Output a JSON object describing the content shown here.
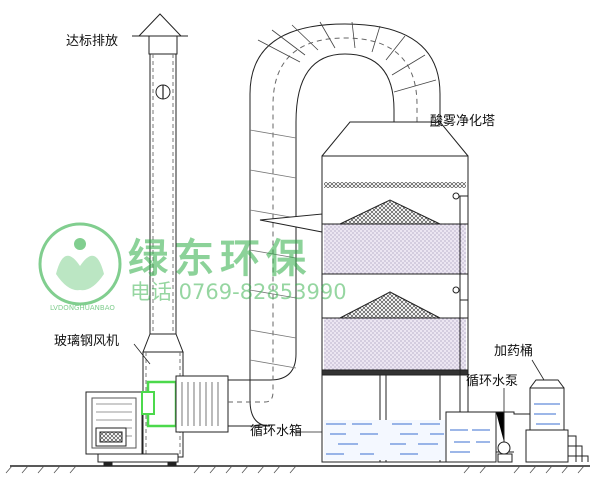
{
  "labels": {
    "stack": "达标排放",
    "tower": "酸雾净化塔",
    "fan": "玻璃钢风机",
    "tank": "循环水箱",
    "pump": "循环水泵",
    "dosing": "加药桶"
  },
  "watermark": {
    "brand": "绿东环保",
    "phone": "电话 0769-82853990",
    "logo_text": "LVDONGHUANBAO",
    "color": "#2fae46"
  },
  "colors": {
    "line": "#222222",
    "water": "#3b6fd1",
    "packing": "#e9e2f0",
    "fan_housing": "#4cd94c"
  },
  "icons": {
    "damper": "damper-icon",
    "logo": "leaf-logo-icon"
  }
}
